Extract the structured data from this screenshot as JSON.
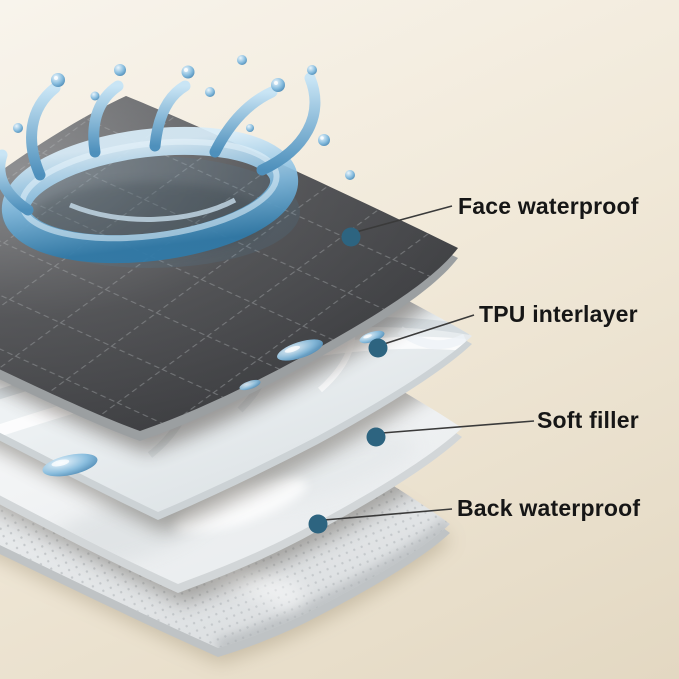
{
  "figure": {
    "type": "layered-product-diagram",
    "background_top": "#f8f4ec",
    "background_bottom": "#e3d8c2",
    "accent_dot_color": "#2d6480",
    "leader_line_color": "#3a3a3a",
    "label_text_color": "#161616",
    "water_color": "#5d9fc9",
    "layers": [
      {
        "label": "Face waterproof",
        "color": "#4a4b4e"
      },
      {
        "label": "TPU interlayer",
        "color": "#eef2f4"
      },
      {
        "label": "Soft filler",
        "color": "#f6f7f8"
      },
      {
        "label": "Back waterproof",
        "color": "#eceeef"
      }
    ]
  }
}
